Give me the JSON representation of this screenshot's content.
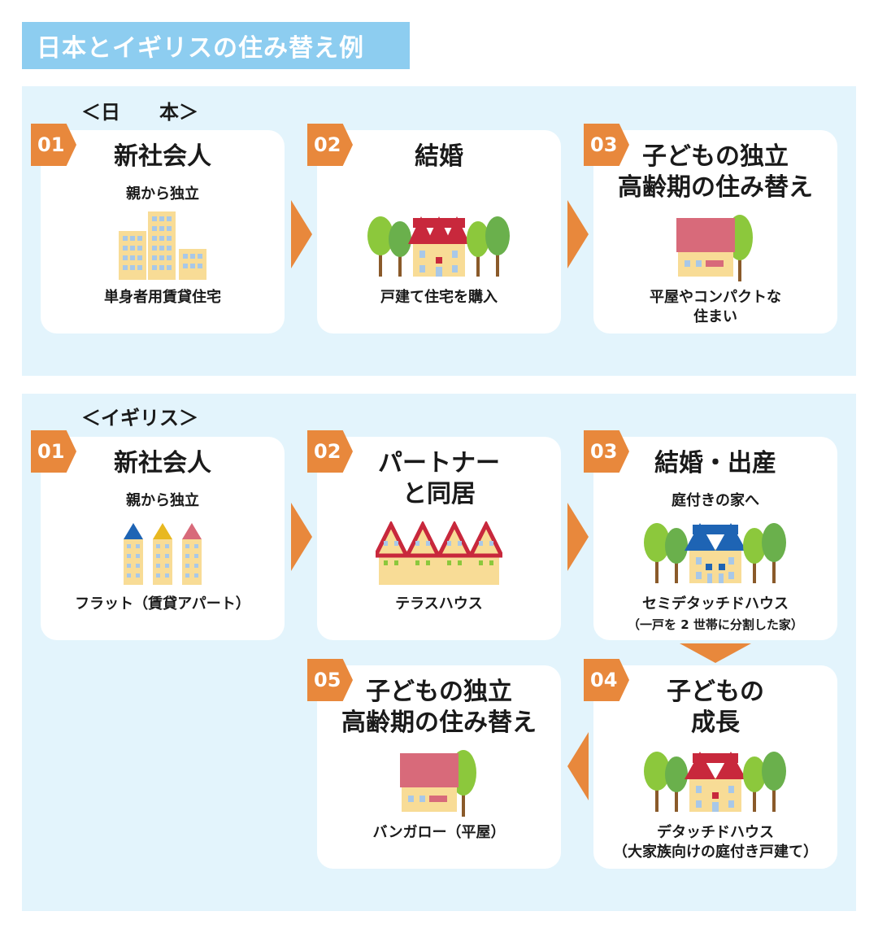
{
  "title": "日本とイギリスの住み替え例",
  "japan": {
    "label": "＜日　　本＞",
    "steps": [
      {
        "num": "01",
        "title": "新社会人",
        "sub": "親から独立",
        "caption": "単身者用賃貸住宅",
        "icon": "apartment-buildings-icon"
      },
      {
        "num": "02",
        "title": "結婚",
        "sub": "",
        "caption": "戸建て住宅を購入",
        "icon": "detached-house-icon"
      },
      {
        "num": "03",
        "title": "子どもの独立\n高齢期の住み替え",
        "sub": "",
        "caption": "平屋やコンパクトな\n住まい",
        "icon": "bungalow-icon"
      }
    ]
  },
  "uk": {
    "label": "＜イギリス＞",
    "steps": [
      {
        "num": "01",
        "title": "新社会人",
        "sub": "親から独立",
        "caption": "フラット（賃貸アパート）",
        "note": "",
        "icon": "flat-buildings-icon"
      },
      {
        "num": "02",
        "title": "パートナー\nと同居",
        "sub": "",
        "caption": "テラスハウス",
        "note": "",
        "icon": "terrace-house-icon"
      },
      {
        "num": "03",
        "title": "結婚・出産",
        "sub": "庭付きの家へ",
        "caption": "セミデタッチドハウス",
        "note": "（一戸を 2 世帯に分割した家）",
        "icon": "semi-detached-house-icon"
      },
      {
        "num": "04",
        "title": "子どもの\n成長",
        "sub": "",
        "caption": "デタッチドハウス\n（大家族向けの庭付き戸建て）",
        "note": "",
        "icon": "detached-house-icon"
      },
      {
        "num": "05",
        "title": "子どもの独立\n高齢期の住み替え",
        "sub": "",
        "caption": "バンガロー（平屋）",
        "note": "",
        "icon": "bungalow-icon"
      }
    ]
  },
  "colors": {
    "accent": "#e8883c",
    "panel": "#e3f4fc",
    "title_bar": "#8dcdf0",
    "roof_red": "#c8283c",
    "roof_blue": "#1e64b4",
    "wall": "#f8dc96",
    "tree": "#8cc83c"
  }
}
